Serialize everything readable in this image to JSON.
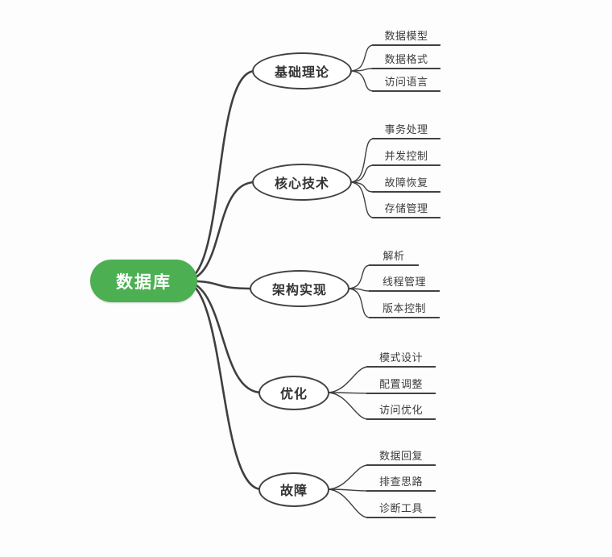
{
  "diagram": {
    "type": "mindmap",
    "root": {
      "label": "数据库"
    },
    "branches": [
      {
        "label": "基础理论",
        "children": [
          "数据模型",
          "数据格式",
          "访问语言"
        ]
      },
      {
        "label": "核心技术",
        "children": [
          "事务处理",
          "并发控制",
          "故障恢复",
          "存储管理"
        ]
      },
      {
        "label": "架构实现",
        "children": [
          "解析",
          "线程管理",
          "版本控制"
        ]
      },
      {
        "label": "优化",
        "children": [
          "模式设计",
          "配置调整",
          "访问优化"
        ]
      },
      {
        "label": "故障",
        "children": [
          "数据回复",
          "排查思路",
          "诊断工具"
        ]
      }
    ],
    "colors": {
      "root_fill": "#4cb052",
      "root_text": "#ffffff",
      "line": "#3f3f3f",
      "node_border": "#424242",
      "node_text": "#333333",
      "leaf_text": "#3d3d3d"
    }
  }
}
